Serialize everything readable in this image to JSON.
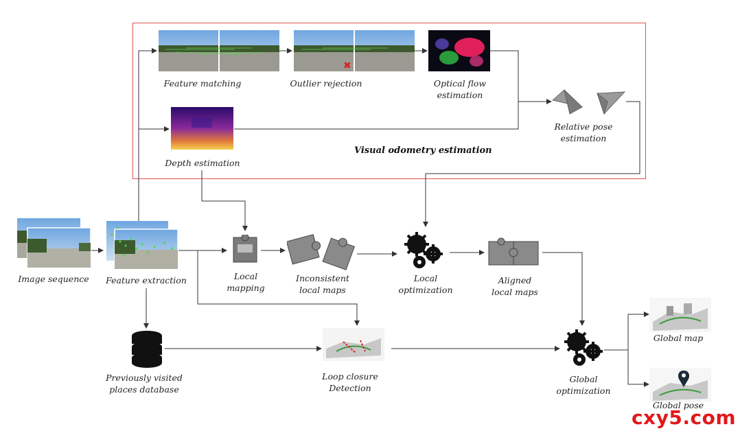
{
  "diagram": {
    "section_title": "Visual odometry estimation",
    "labels": {
      "feature_matching": "Feature matching",
      "outlier_rejection": "Outlier rejection",
      "optical_flow": "Optical flow\nestimation",
      "relative_pose": "Relative pose\nestimation",
      "depth_estimation": "Depth estimation",
      "image_sequence": "Image sequence",
      "feature_extraction": "Feature extraction",
      "local_mapping": "Local\nmapping",
      "inconsistent_maps": "Inconsistent\nlocal maps",
      "local_optimization": "Local\noptimization",
      "aligned_maps": "Aligned\nlocal maps",
      "database": "Previously visited\nplaces database",
      "loop_closure": "Loop closure\nDetection",
      "global_optimization": "Global\noptimization",
      "global_map": "Global map",
      "global_pose": "Global pose"
    },
    "colors": {
      "frame_border": "#d9534f",
      "arrow": "#333333",
      "watermark": "#e0181b"
    }
  },
  "watermark": "cxy5.com"
}
